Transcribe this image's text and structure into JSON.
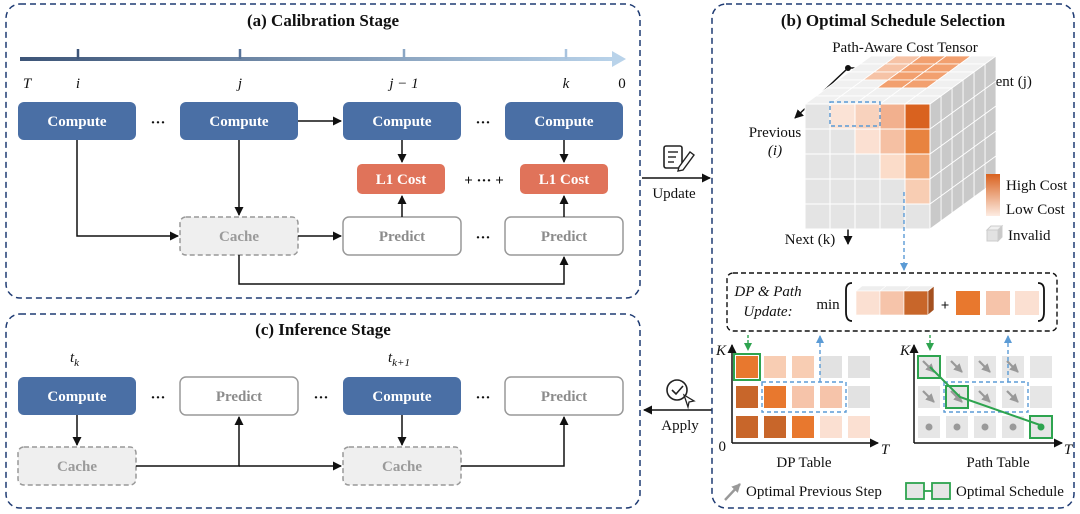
{
  "panel_a": {
    "title": "(a) Calibration Stage",
    "timeline": {
      "start": "T",
      "t1": "i",
      "t2": "j",
      "t3": "j − 1",
      "t4": "k",
      "end": "0"
    },
    "compute": "Compute",
    "dots": "···",
    "l1_cost": "L1 Cost",
    "plus_dots": "+ ··· +",
    "cache": "Cache",
    "predict": "Predict"
  },
  "panel_b": {
    "title": "(b) Optimal Schedule Selection",
    "tensor_label": "Path-Aware Cost Tensor",
    "axis_current": "Current (j)",
    "axis_previous": "Previous",
    "axis_previous_var": "(i)",
    "axis_next": "Next (k)",
    "legend_high": "High Cost",
    "legend_low": "Low Cost",
    "legend_invalid": "Invalid",
    "dp_label_1": "DP & Path",
    "dp_label_2": "Update:",
    "min": "min",
    "plus": "+",
    "dp_table": "DP Table",
    "path_table": "Path Table",
    "axis_K": "K",
    "axis_T": "T",
    "axis_0": "0",
    "legend_prev_step": "Optimal Previous Step",
    "legend_schedule": "Optimal Schedule"
  },
  "panel_c": {
    "title": "(c) Inference Stage",
    "t_k": "t",
    "t_k_sub": "k",
    "t_k1": "t",
    "t_k1_sub": "k+1",
    "compute": "Compute",
    "predict": "Predict",
    "cache": "Cache",
    "dots": "···"
  },
  "arrows": {
    "update": "Update",
    "apply": "Apply"
  },
  "colors": {
    "compute": "#4a6fa5",
    "cost": "#e0735a",
    "dashed": "#1f3b73",
    "high": "#d9621f",
    "low": "#fbe3d6",
    "invalid": "#e2e2e2"
  }
}
